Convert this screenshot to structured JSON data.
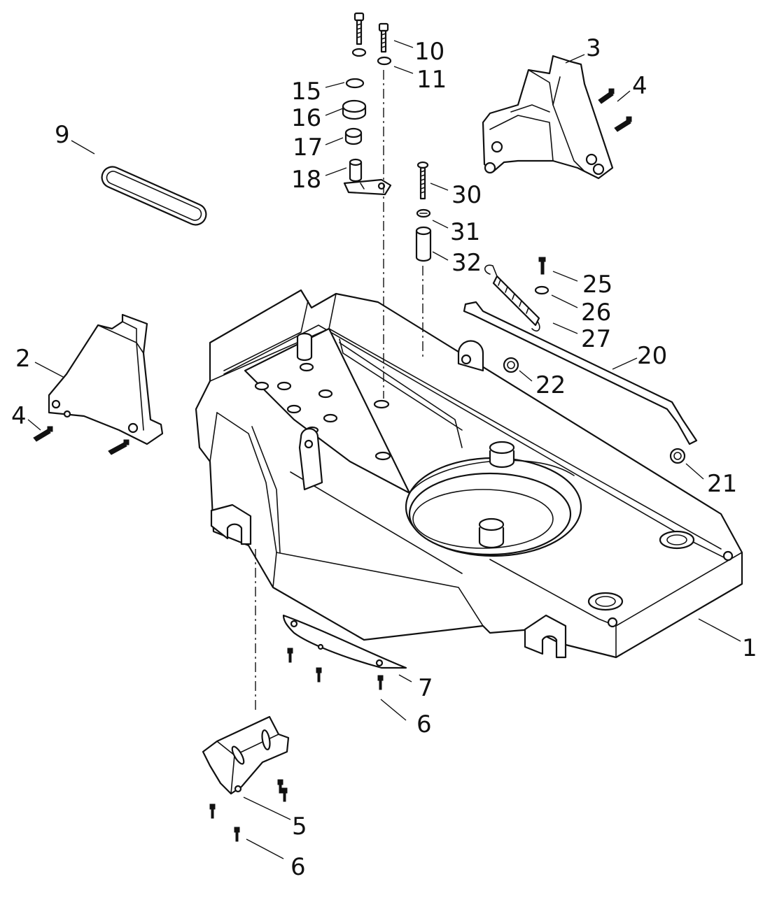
{
  "callouts": [
    {
      "id": "c1",
      "text": "1"
    },
    {
      "id": "c2",
      "text": "2"
    },
    {
      "id": "c3",
      "text": "3"
    },
    {
      "id": "c4a",
      "text": "4"
    },
    {
      "id": "c4b",
      "text": "4"
    },
    {
      "id": "c5",
      "text": "5"
    },
    {
      "id": "c6a",
      "text": "6"
    },
    {
      "id": "c6b",
      "text": "6"
    },
    {
      "id": "c7",
      "text": "7"
    },
    {
      "id": "c9",
      "text": "9"
    },
    {
      "id": "c10",
      "text": "10"
    },
    {
      "id": "c11",
      "text": "11"
    },
    {
      "id": "c15",
      "text": "15"
    },
    {
      "id": "c16",
      "text": "16"
    },
    {
      "id": "c17",
      "text": "17"
    },
    {
      "id": "c18",
      "text": "18"
    },
    {
      "id": "c20",
      "text": "20"
    },
    {
      "id": "c21",
      "text": "21"
    },
    {
      "id": "c22",
      "text": "22"
    },
    {
      "id": "c25",
      "text": "25"
    },
    {
      "id": "c26",
      "text": "26"
    },
    {
      "id": "c27",
      "text": "27"
    },
    {
      "id": "c30",
      "text": "30"
    },
    {
      "id": "c31",
      "text": "31"
    },
    {
      "id": "c32",
      "text": "32"
    }
  ]
}
